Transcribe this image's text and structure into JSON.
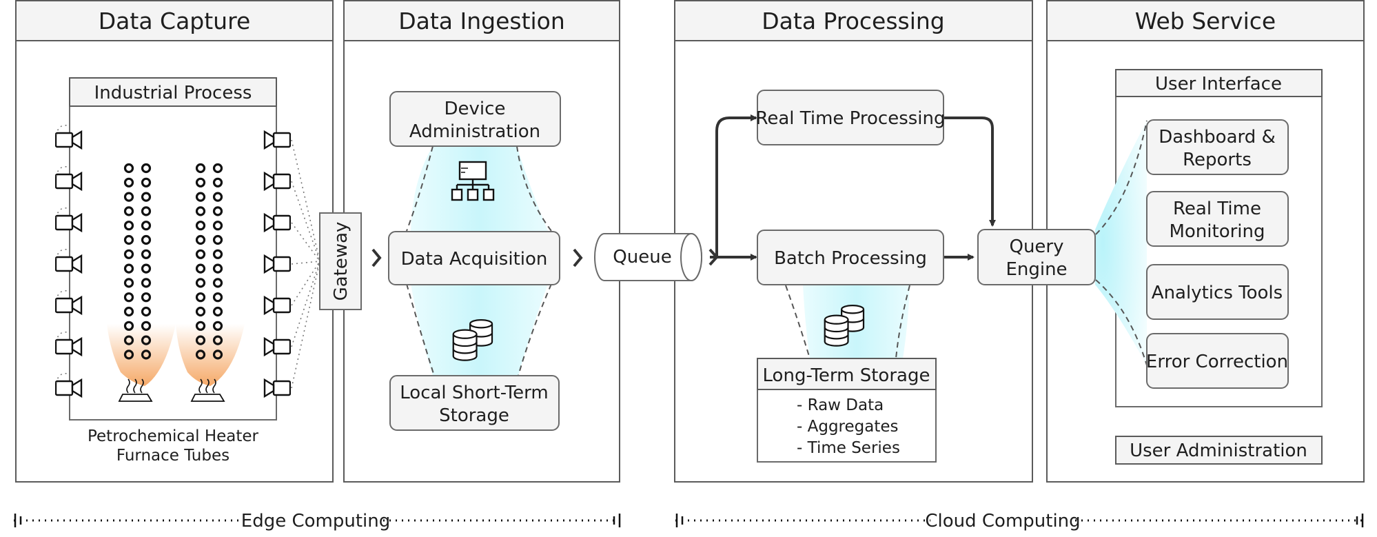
{
  "sections": {
    "capture": {
      "title": "Data Capture"
    },
    "ingestion": {
      "title": "Data Ingestion"
    },
    "processing": {
      "title": "Data Processing"
    },
    "web": {
      "title": "Web Service"
    }
  },
  "capture": {
    "process_title": "Industrial Process",
    "caption_line1": "Petrochemical Heater",
    "caption_line2": "Furnace Tubes",
    "gateway": "Gateway"
  },
  "ingestion": {
    "device_admin_line1": "Device",
    "device_admin_line2": "Administration",
    "acquisition": "Data Acquisition",
    "storage_line1": "Local Short-Term",
    "storage_line2": "Storage",
    "queue": "Queue"
  },
  "processing": {
    "realtime": "Real Time Processing",
    "batch": "Batch Processing",
    "longterm_title": "Long-Term Storage",
    "longterm_items": [
      "- Raw Data",
      "- Aggregates",
      "- Time Series"
    ],
    "query_line1": "Query",
    "query_line2": "Engine"
  },
  "web": {
    "ui_title": "User Interface",
    "dashboard_line1": "Dashboard &",
    "dashboard_line2": "Reports",
    "monitoring_line1": "Real Time",
    "monitoring_line2": "Monitoring",
    "analytics": "Analytics Tools",
    "error": "Error Correction",
    "user_admin": "User Administration"
  },
  "footer": {
    "edge": "Edge Computing",
    "cloud": "Cloud Computing"
  },
  "icons": {
    "camera": "camera-icon",
    "network": "network-hierarchy-icon",
    "database": "database-icon",
    "burner": "burner-icon"
  },
  "colors": {
    "glow_cyan": "#c9f6fb",
    "flame_orange": "#f7c08f",
    "panel_header": "#f4f4f4"
  }
}
